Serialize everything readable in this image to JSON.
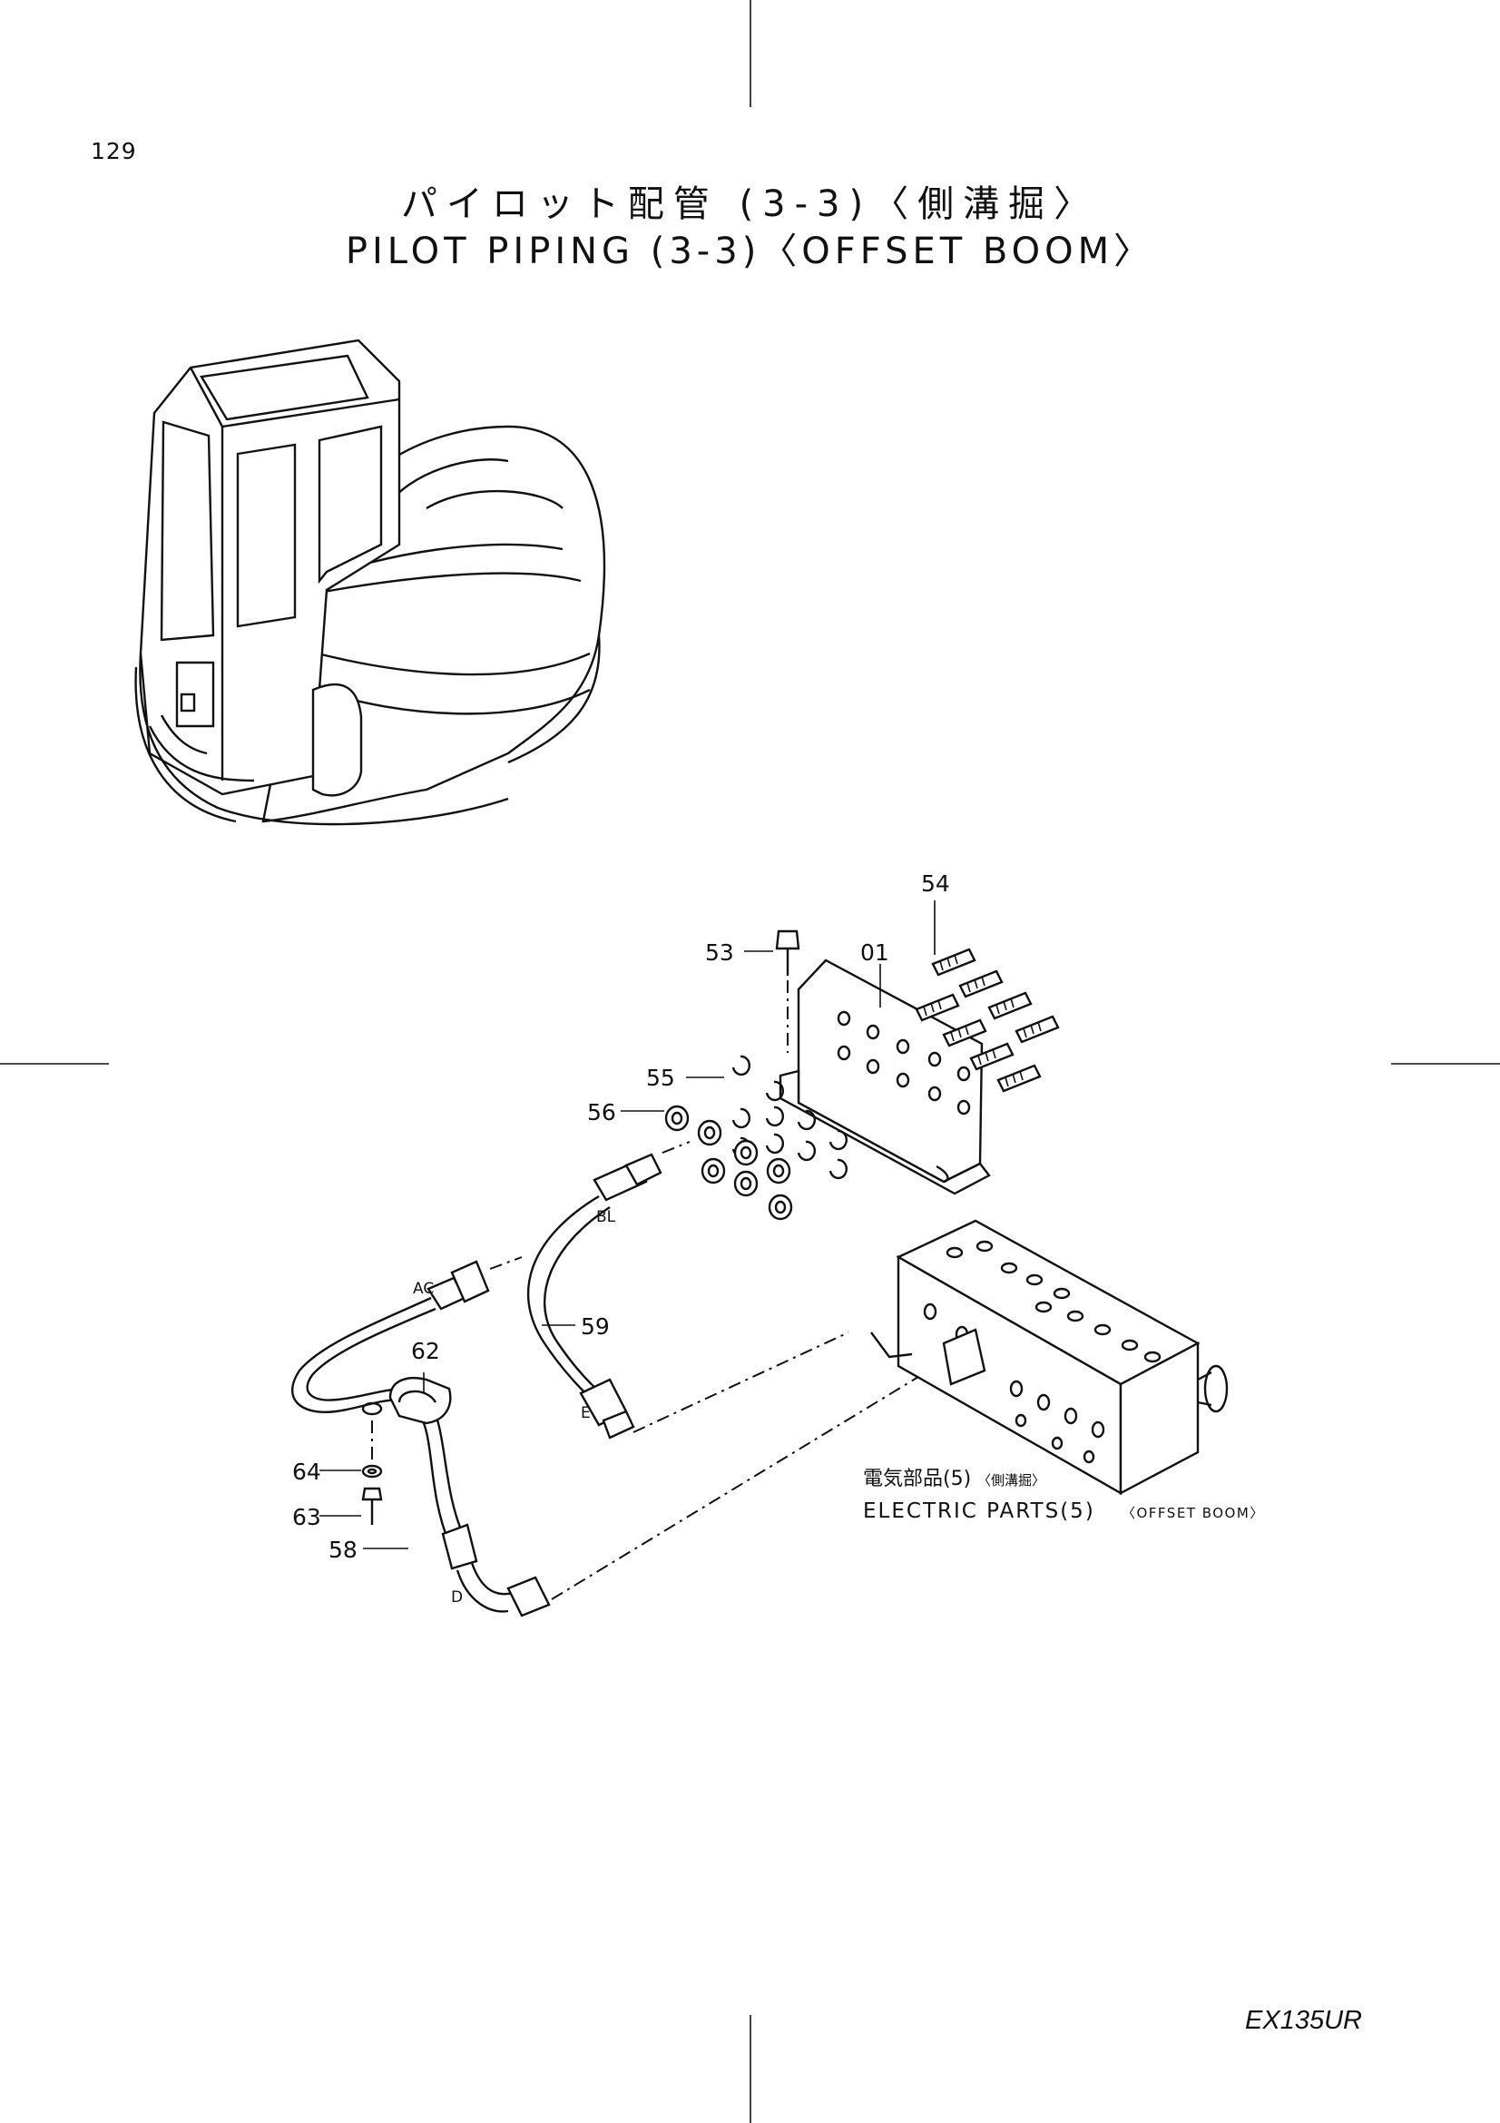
{
  "page": {
    "number": "129",
    "title_jp": "パイロット配管 (3-3)〈側溝掘〉",
    "title_en": "PILOT PIPING (3-3)〈OFFSET BOOM〉",
    "model": "EX135UR"
  },
  "callouts": {
    "c01": "01",
    "c53": "53",
    "c54": "54",
    "c55": "55",
    "c56": "56",
    "c58": "58",
    "c59": "59",
    "c62": "62",
    "c63": "63",
    "c64": "64"
  },
  "port_letters": {
    "bl": "BL",
    "ac": "AC",
    "e": "E",
    "d": "D"
  },
  "cross_reference": {
    "jp_main": "電気部品(5)",
    "jp_sub": "〈側溝掘〉",
    "en_main": "ELECTRIC PARTS(5)",
    "en_sub": "〈OFFSET BOOM〉"
  }
}
